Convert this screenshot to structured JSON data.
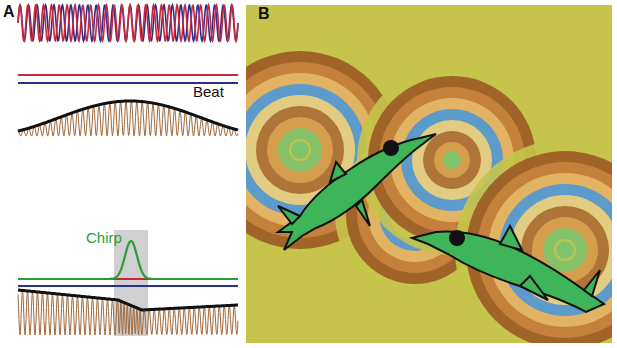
{
  "diagram": {
    "labels": [
      "A",
      "Beat",
      "Chirp",
      "B"
    ]
  }
}
